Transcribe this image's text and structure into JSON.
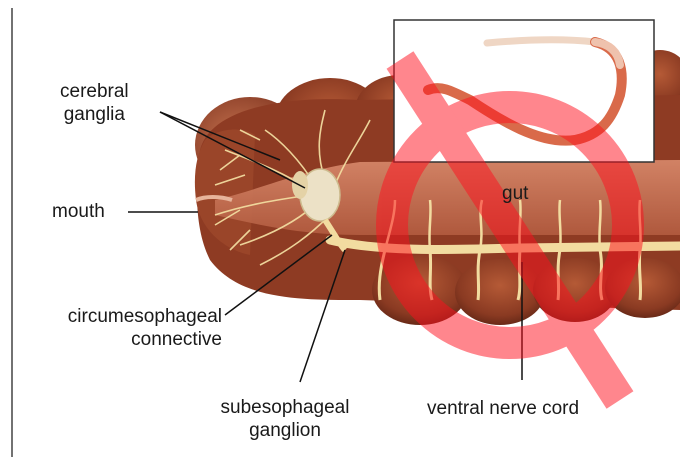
{
  "labels": {
    "cerebral_ganglia": [
      "cerebral",
      "ganglia"
    ],
    "mouth": "mouth",
    "gut": "gut",
    "circumesophageal_connective": [
      "circumesophageal",
      "connective"
    ],
    "subesophageal_ganglion": [
      "subesophageal",
      "ganglion"
    ],
    "ventral_nerve_cord": "ventral nerve cord"
  },
  "colors": {
    "body_dark": "#7a2f1c",
    "body_mid": "#a3482a",
    "body_light": "#c9744f",
    "nerve": "#f2dca0",
    "ganglion": "#e8dcc0",
    "watermark": "#ff0f1e",
    "inset_worm": "#d96a4a"
  }
}
